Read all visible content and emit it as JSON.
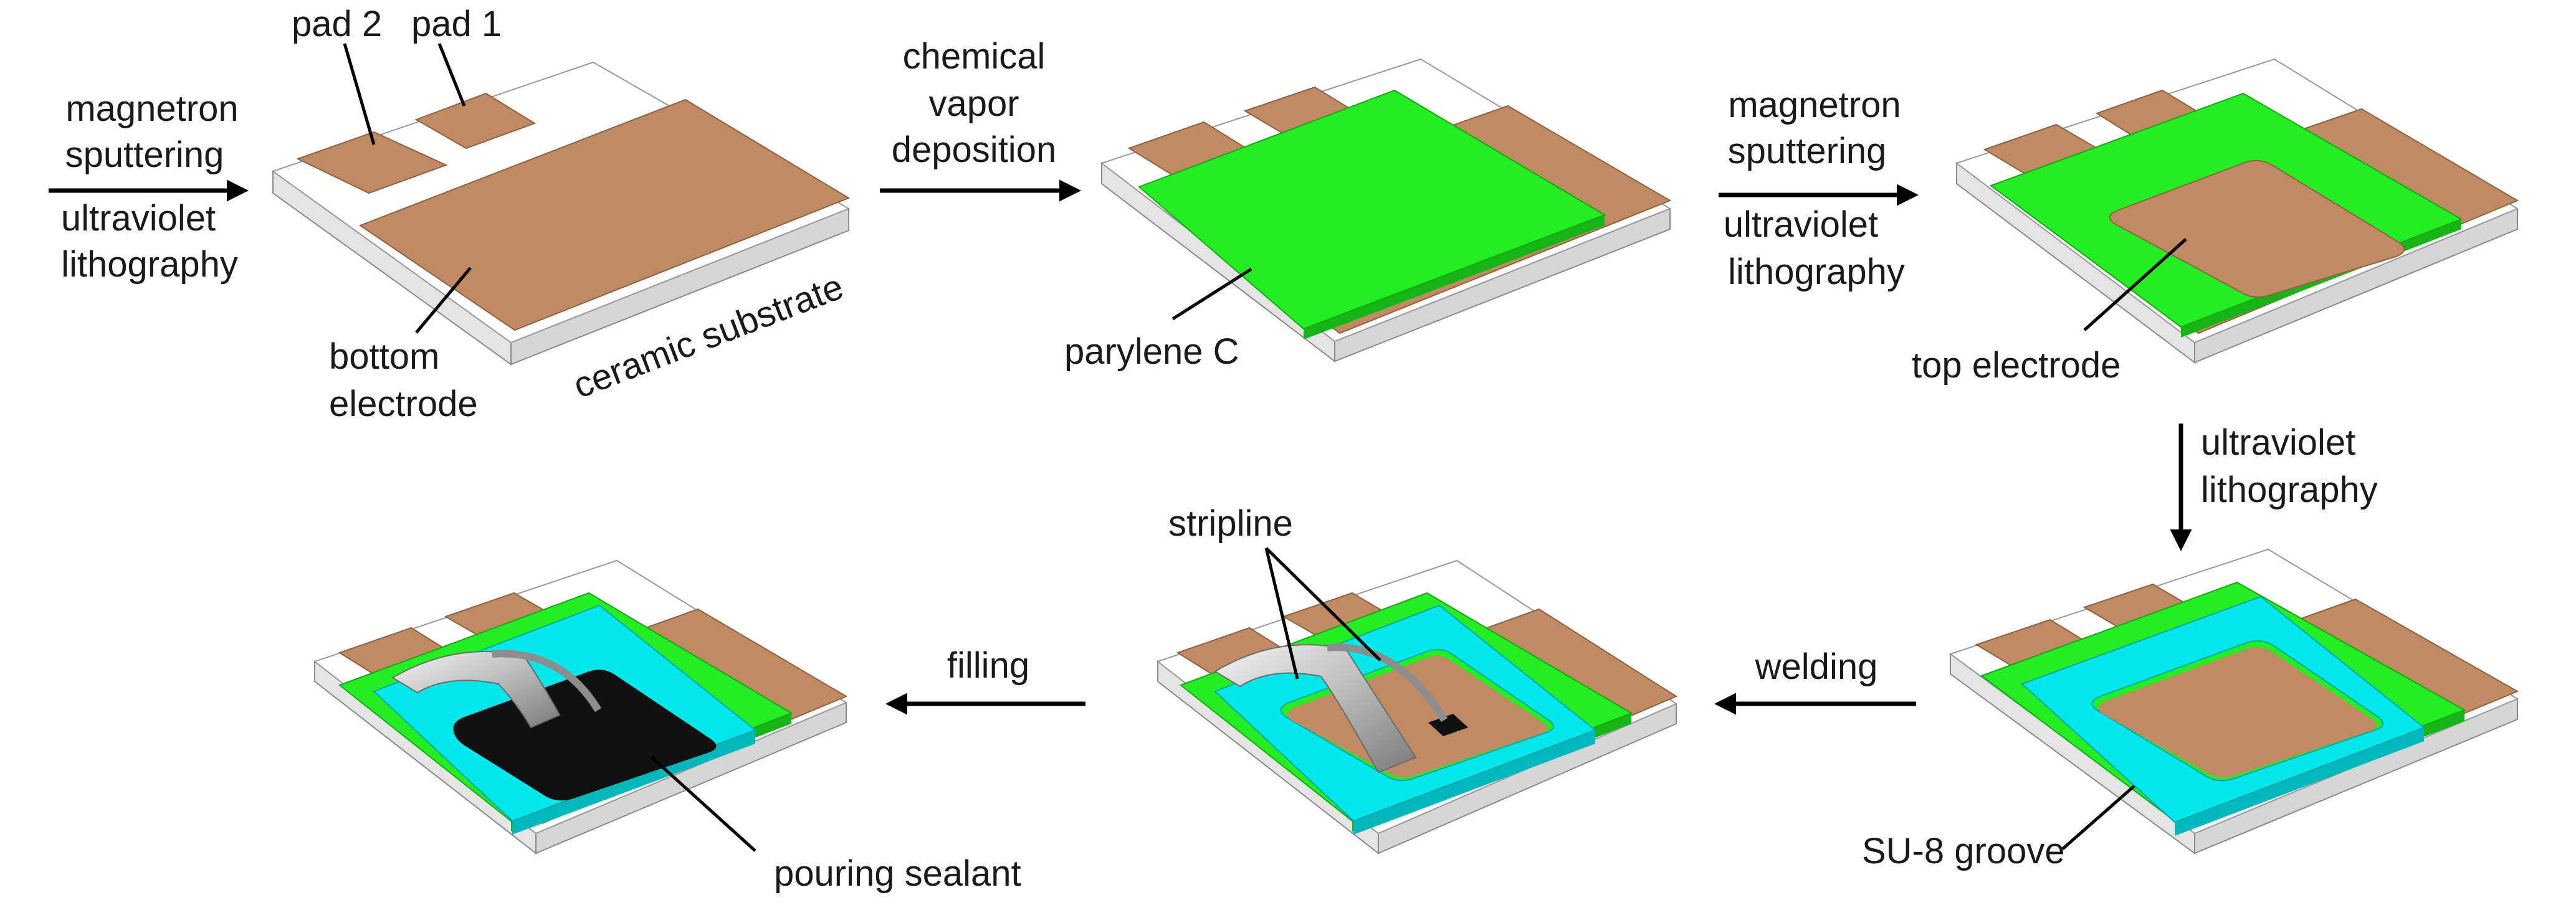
{
  "colors": {
    "copper": "#c08a62",
    "parylene": "#22ee22",
    "su8": "#00e8ec",
    "substrate_top": "#ffffff",
    "substrate_side": "#d6d6d6",
    "sealant": "#111111"
  },
  "labels": {
    "pad2": "pad 2",
    "pad1": "pad 1",
    "bottom_electrode_1": "bottom",
    "bottom_electrode_2": "electrode",
    "ceramic_substrate": "ceramic substrate",
    "parylene": "parylene C",
    "top_electrode": "top electrode",
    "su8_groove": "SU-8 groove",
    "stripline": "stripline",
    "pouring_sealant": "pouring sealant"
  },
  "steps": {
    "s1_line1": "magnetron",
    "s1_line2": "sputtering",
    "s1_line3": "ultraviolet",
    "s1_line4": "lithography",
    "s2_line1": "chemical",
    "s2_line2": "vapor",
    "s2_line3": "deposition",
    "s3_line1": "magnetron",
    "s3_line2": "sputtering",
    "s3_line3": "ultraviolet",
    "s3_line4": "lithography",
    "s4_line1": "ultraviolet",
    "s4_line2": "lithography",
    "s5": "welding",
    "s6": "filling"
  }
}
